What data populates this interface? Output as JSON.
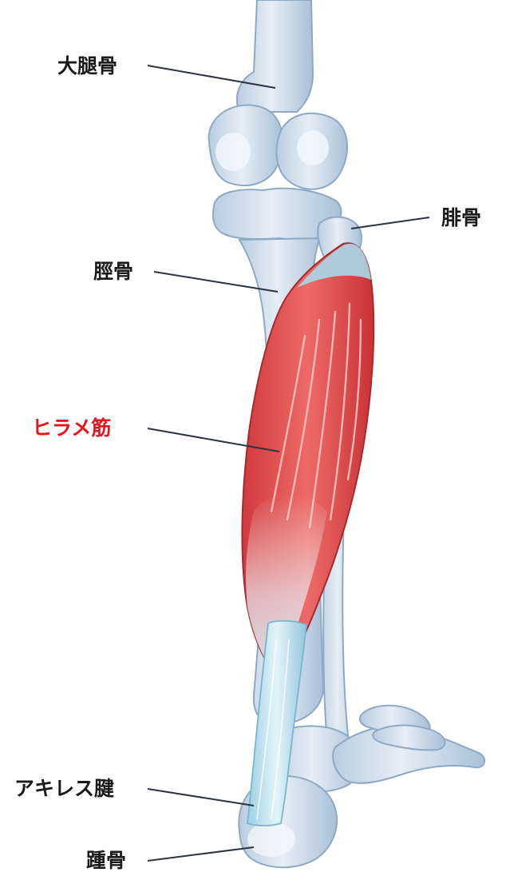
{
  "labels": {
    "femur": "大腿骨",
    "fibula": "腓骨",
    "tibia": "脛骨",
    "soleus": "ヒラメ筋",
    "achilles": "アキレス腱",
    "calcaneus": "踵骨"
  },
  "colors": {
    "bone": "#dde8f3",
    "bone_shade": "#aac2da",
    "bone_outline": "#8ea9c4",
    "muscle": "#e0484a",
    "muscle_dark": "#c32f33",
    "tendon": "#bfe3ee",
    "highlight_label": "#e8141b",
    "label_text": "#1a1a1a",
    "leader_line": "#2b3344"
  }
}
